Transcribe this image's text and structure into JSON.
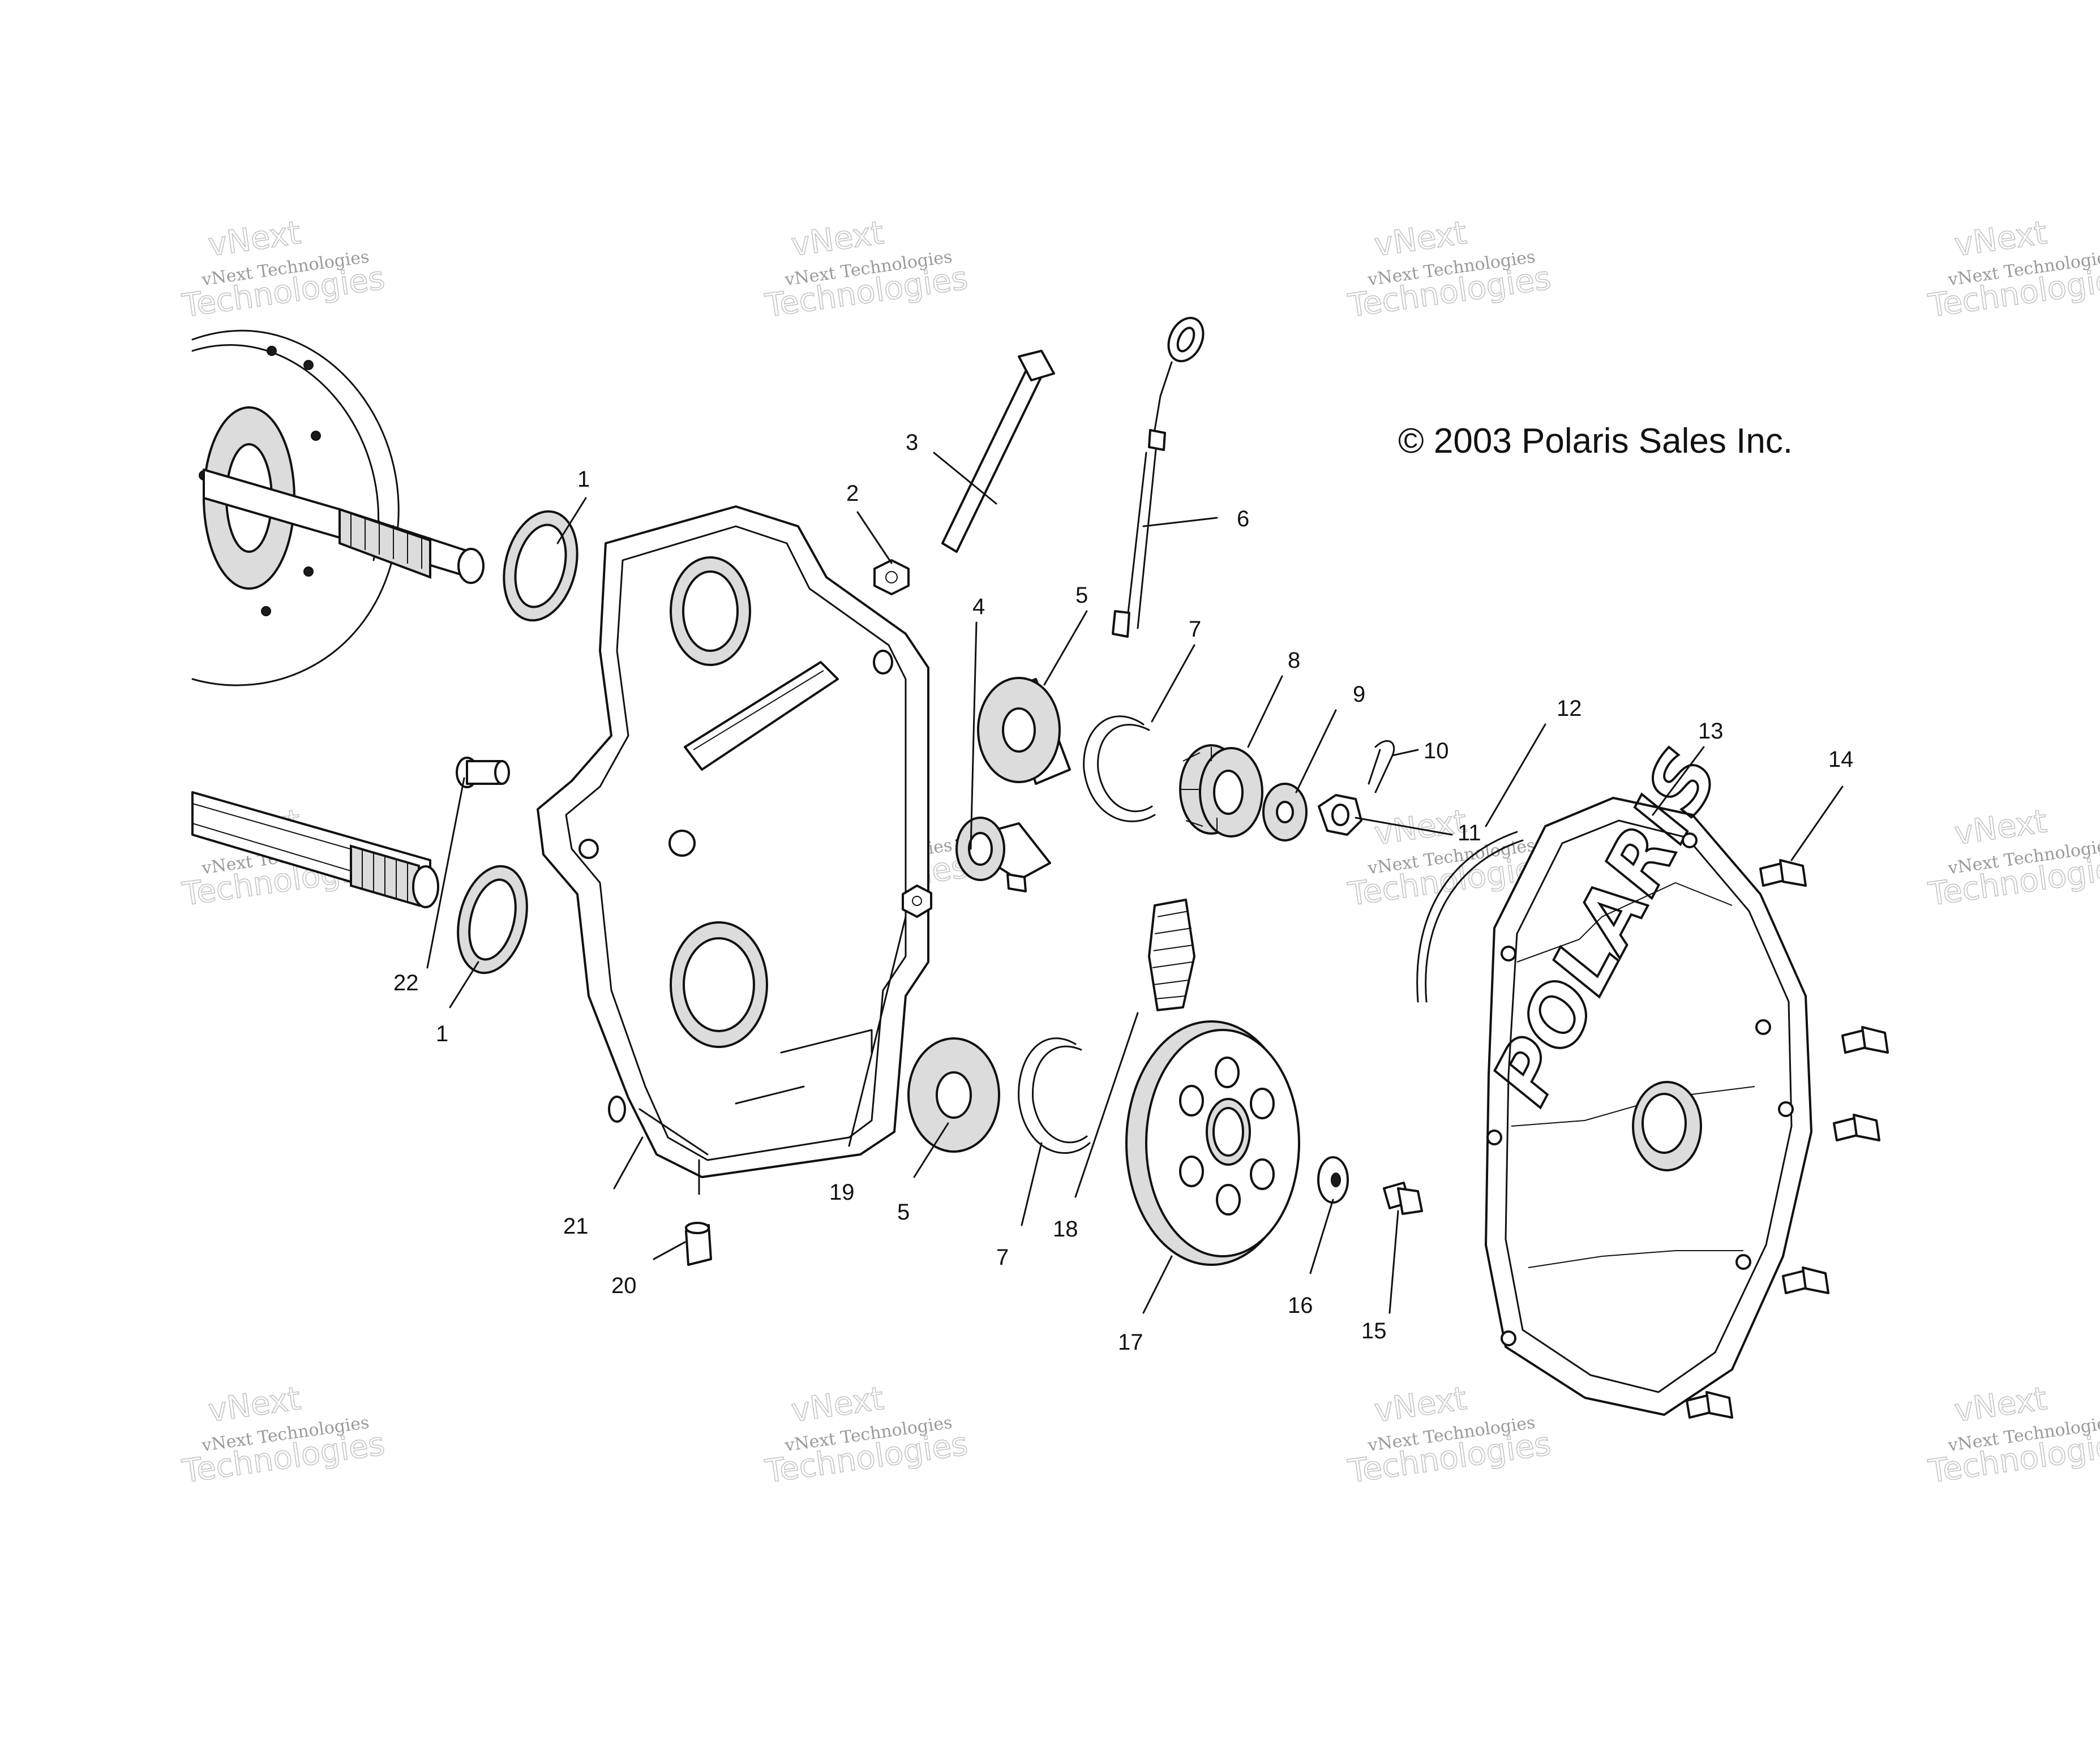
{
  "copyright": "© 2003 Polaris Sales Inc.",
  "brand_text": "POLARIS",
  "watermark": {
    "line1": "vNext Technologies",
    "line2": "vNext",
    "line3": "Technologies"
  },
  "callouts": [
    "1",
    "2",
    "3",
    "4",
    "5",
    "6",
    "7",
    "8",
    "9",
    "10",
    "11",
    "12",
    "13",
    "14",
    "15",
    "16",
    "17",
    "18",
    "19",
    "20",
    "21",
    "22",
    "1",
    "5",
    "7"
  ]
}
